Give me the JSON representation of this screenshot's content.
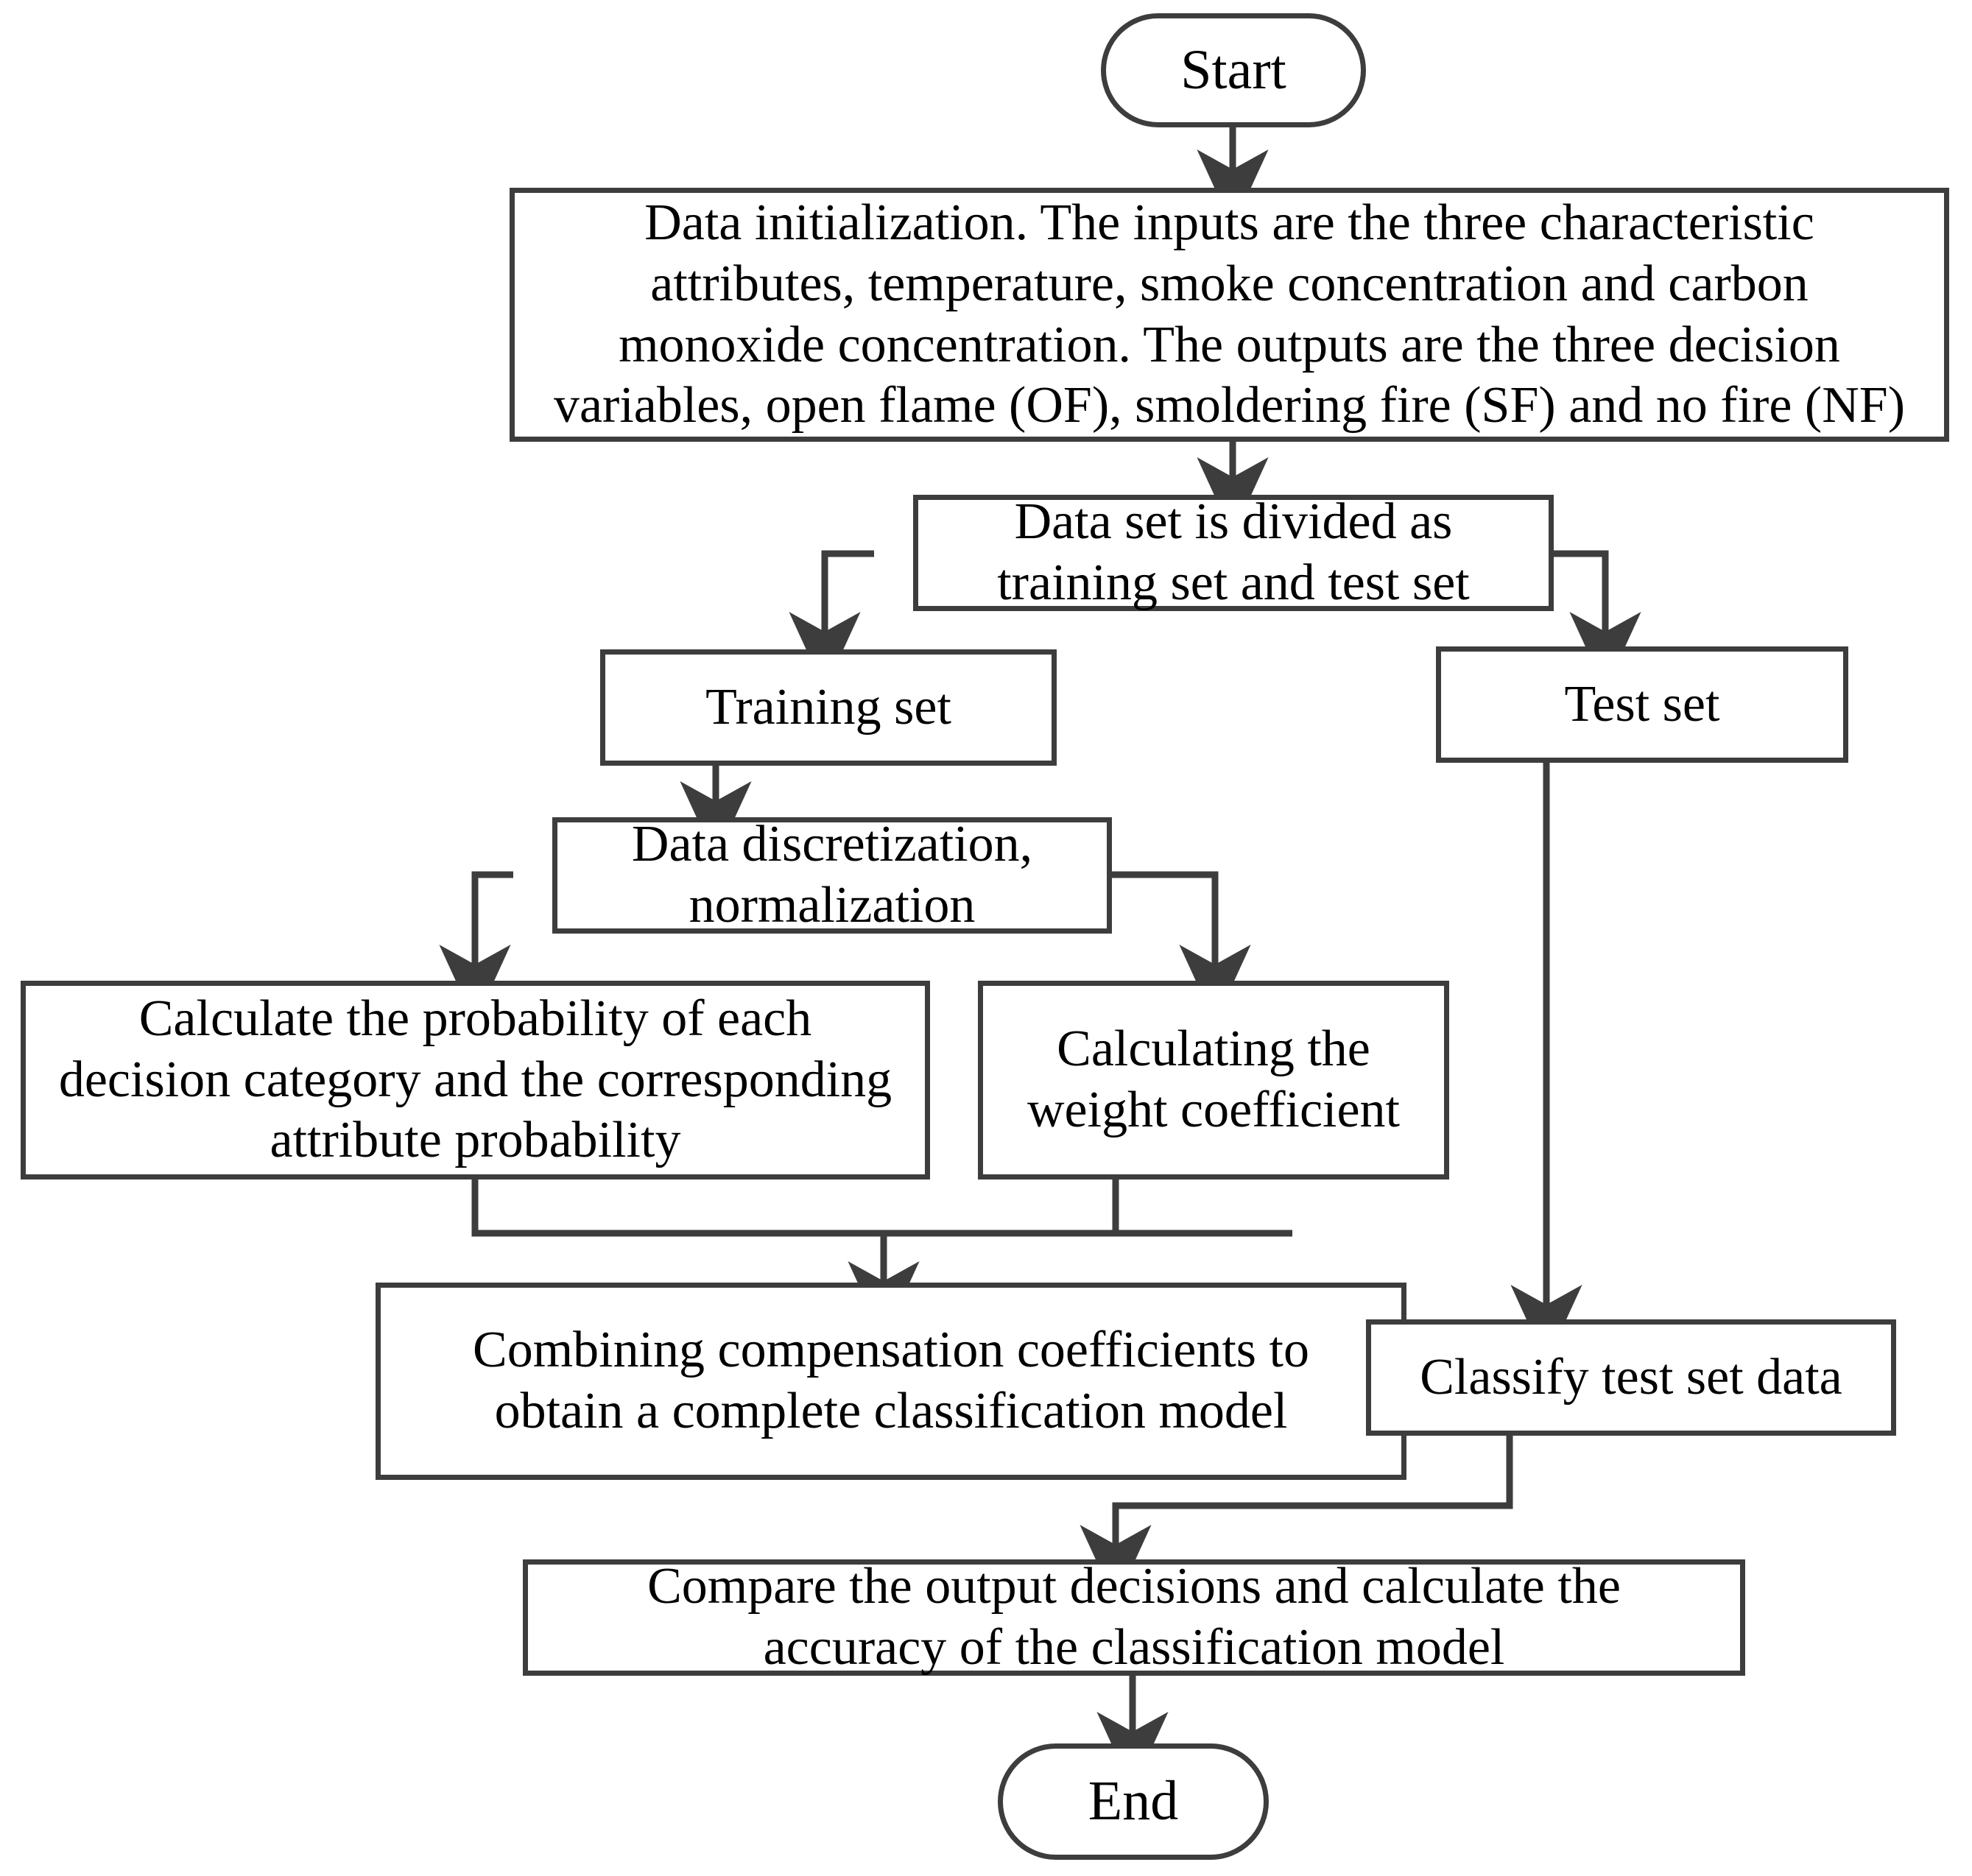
{
  "diagram": {
    "title": "Fire detection classification model flowchart",
    "style": {
      "line_color": "#3d3d3d",
      "box_fill": "#ffffff",
      "text_color": "#000000",
      "background": "#ffffff"
    },
    "nodes": [
      {
        "id": "start",
        "shape": "terminal",
        "label": "Start"
      },
      {
        "id": "init",
        "shape": "process",
        "label": "Data initialization. The inputs are the three characteristic\nattributes, temperature, smoke concentration and carbon\nmonoxide concentration. The outputs are the three decision\nvariables, open flame (OF), smoldering fire (SF) and no fire (NF)"
      },
      {
        "id": "split",
        "shape": "process",
        "label": "Data set is divided as\ntraining set and test set"
      },
      {
        "id": "training",
        "shape": "process",
        "label": "Training set"
      },
      {
        "id": "test",
        "shape": "process",
        "label": "Test  set"
      },
      {
        "id": "discretize",
        "shape": "process",
        "label": "Data discretization,\nnormalization"
      },
      {
        "id": "probability",
        "shape": "process",
        "label": "Calculate the probability of each\ndecision category and the corresponding\nattribute probability"
      },
      {
        "id": "weight",
        "shape": "process",
        "label": "Calculating the\nweight coefficient"
      },
      {
        "id": "combine",
        "shape": "process",
        "label": "Combining  compensation coefficients to\nobtain a complete classification model"
      },
      {
        "id": "classify",
        "shape": "process",
        "label": "Classify test set data"
      },
      {
        "id": "compare",
        "shape": "process",
        "label": "Compare the output decisions and calculate the\naccuracy of the classification model"
      },
      {
        "id": "end",
        "shape": "terminal",
        "label": "End"
      }
    ],
    "edges": [
      {
        "from": "start",
        "to": "init",
        "kind": "straight-down"
      },
      {
        "from": "init",
        "to": "split",
        "kind": "straight-down"
      },
      {
        "from": "split",
        "to": "training",
        "kind": "left-branch"
      },
      {
        "from": "split",
        "to": "test",
        "kind": "right-branch"
      },
      {
        "from": "training",
        "to": "discretize",
        "kind": "straight-down"
      },
      {
        "from": "discretize",
        "to": "probability",
        "kind": "left-branch"
      },
      {
        "from": "discretize",
        "to": "weight",
        "kind": "right-branch"
      },
      {
        "from": "probability",
        "to": "combine",
        "kind": "merge-down"
      },
      {
        "from": "weight",
        "to": "combine",
        "kind": "merge-down"
      },
      {
        "from": "combine",
        "to": "classify",
        "kind": "right-arrow"
      },
      {
        "from": "test",
        "to": "classify",
        "kind": "straight-down"
      },
      {
        "from": "classify",
        "to": "compare",
        "kind": "elbow-down-left"
      },
      {
        "from": "compare",
        "to": "end",
        "kind": "straight-down"
      }
    ]
  }
}
